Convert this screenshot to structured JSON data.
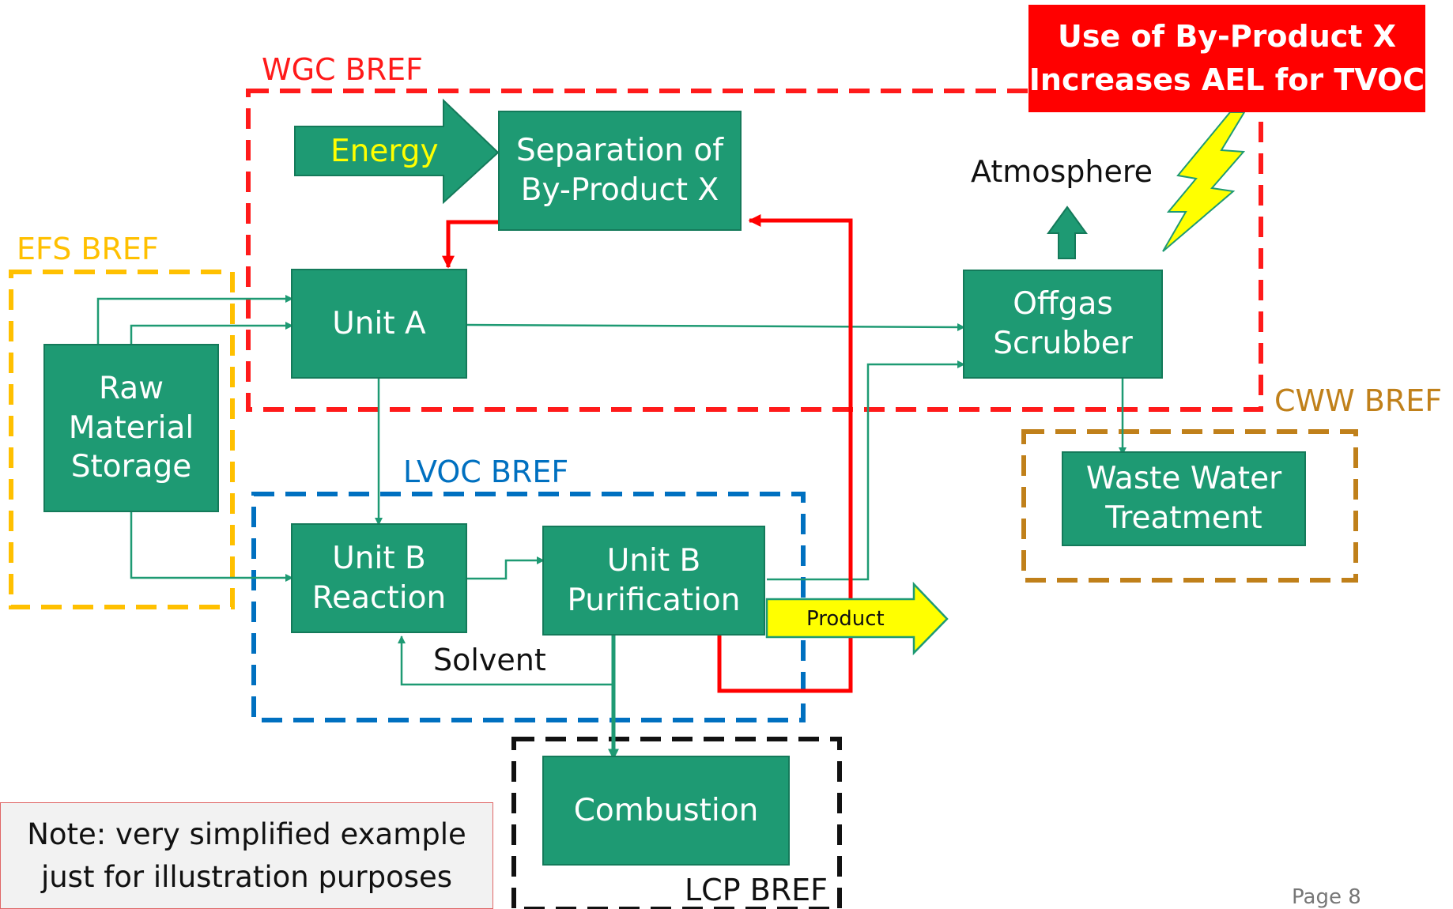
{
  "regions": {
    "wgc": {
      "label": "WGC BREF",
      "color": "#ff1a1a"
    },
    "efs": {
      "label": "EFS BREF",
      "color": "#ffc000"
    },
    "lvoc": {
      "label": "LVOC BREF",
      "color": "#0070c0"
    },
    "cww": {
      "label": "CWW BREF",
      "color": "#c0801a"
    },
    "lcp": {
      "label": "LCP BREF",
      "color": "#111111"
    }
  },
  "nodes": {
    "separation": "Separation of\nBy-Product X",
    "unit_a": "Unit A",
    "raw_material": "Raw\nMaterial\nStorage",
    "offgas_scrubber": "Offgas\nScrubber",
    "unit_b_reaction": "Unit B\nReaction",
    "unit_b_purification": "Unit B\nPurification",
    "waste_water": "Waste Water\nTreatment",
    "combustion": "Combustion"
  },
  "arrows": {
    "energy": "Energy",
    "product": "Product"
  },
  "labels": {
    "atmosphere": "Atmosphere",
    "solvent": "Solvent"
  },
  "alert": "Use of By-Product X\nIncreases AEL for TVOC",
  "note": "Note: very simplified  example\njust for illustration purposes",
  "page_number": "Page 8",
  "colors": {
    "box_fill": "#1e9a73",
    "flow_line": "#1e9a73",
    "recycle_line": "#ff0000",
    "energy_text": "#ffff00",
    "product_fill": "#ffff00",
    "alert_fill": "#ff0000",
    "lightning": "#ffff00"
  }
}
